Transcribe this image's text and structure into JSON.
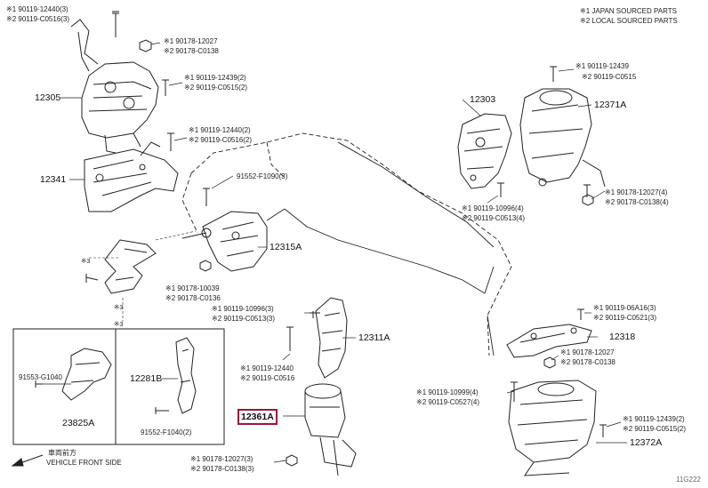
{
  "notes": {
    "line1": "※1 JAPAN SOURCED PARTS",
    "line2": "※2 LOCAL SOURCED PARTS"
  },
  "colors": {
    "highlight_border": "#a0123a",
    "line": "#222222"
  },
  "parts": {
    "p12305": "12305",
    "p12341": "12341",
    "p12315A": "12315A",
    "p12303": "12303",
    "p12371A": "12371A",
    "p12311A": "12311A",
    "p12361A": "12361A",
    "p12318": "12318",
    "p12372A": "12372A",
    "p23825A": "23825A",
    "p12281B": "12281B"
  },
  "callouts": {
    "c1a": "※1 90119-12440(3)",
    "c1b": "※2 90119-C0516(3)",
    "c2a": "※1 90178-12027",
    "c2b": "※2 90178-C0138",
    "c3a": "※1 90119-12439(2)",
    "c3b": "※2 90119-C0515(2)",
    "c4a": "※1 90119-12440(2)",
    "c4b": "※2 90119-C0516(2)",
    "c5": "91552-F1090(3)",
    "c6a": "※1 90178-10039",
    "c6b": "※2 90178-C0136",
    "c7a": "※1 90119-12439",
    "c7b": "※2 90119-C0515",
    "c8a": "※1 90119-10996(4)",
    "c8b": "※2 90119-C0513(4)",
    "c9a": "※1 90178-12027(4)",
    "c9b": "※2 90178-C0138(4)",
    "c10a": "※1 90119-10996(3)",
    "c10b": "※2 90119-C0513(3)",
    "c11a": "※1 90119-12440",
    "c11b": "※2 90119-C0516",
    "c12a": "※1 90119-06A16(3)",
    "c12b": "※2 90119-C0521(3)",
    "c13a": "※1 90178-12027",
    "c13b": "※2 90178-C0138",
    "c14a": "※1 90119-10999(4)",
    "c14b": "※2 90119-C0527(4)",
    "c15a": "※1 90119-12439(2)",
    "c15b": "※2 90119-C0515(2)",
    "c16a": "※1 90178-12027(3)",
    "c16b": "※2 90178-C0138(3)",
    "c17": "91553-G1040",
    "c18": "91552-F1040(2)",
    "m3a": "※3",
    "m3b": "※3",
    "m3c": "※3"
  },
  "front": {
    "jp": "車両前方",
    "en": "VEHICLE FRONT SIDE"
  },
  "figure_code": "11G222"
}
